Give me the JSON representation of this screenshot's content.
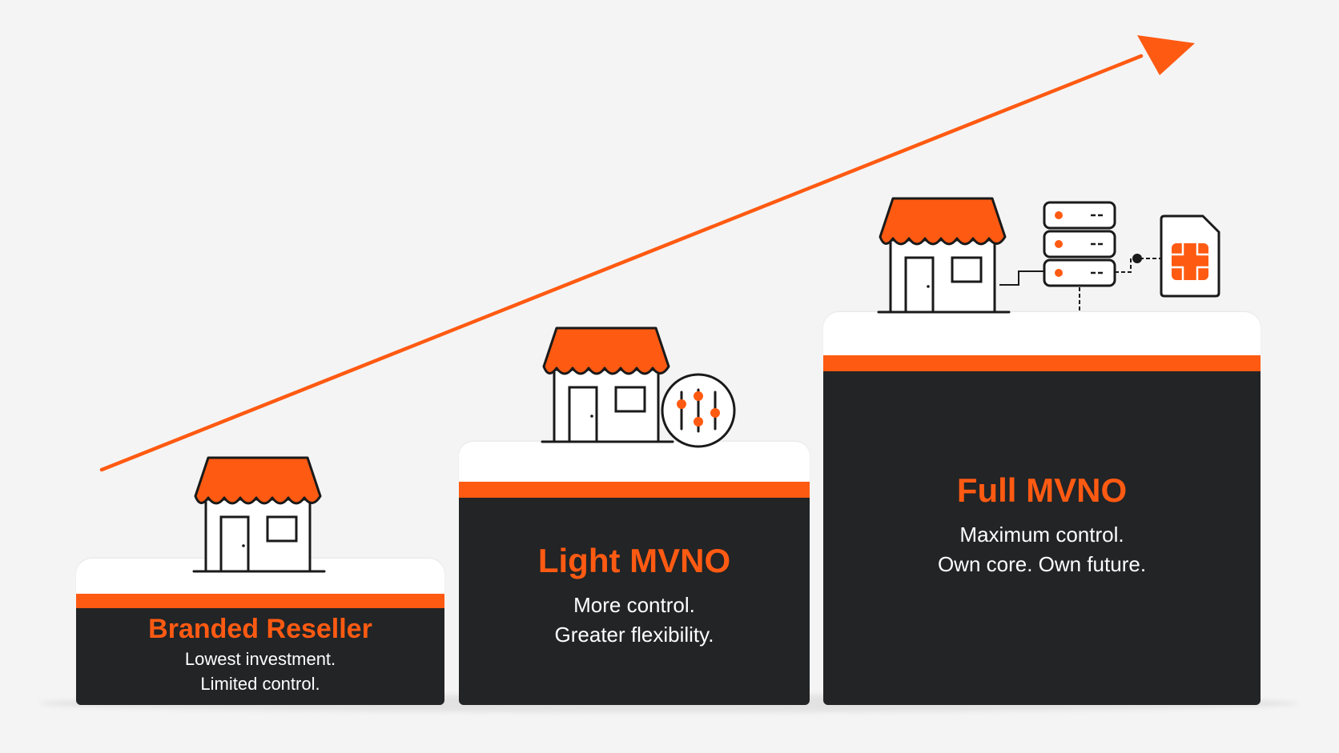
{
  "colors": {
    "accent": "#ff5a12",
    "dark": "#222426",
    "background": "#f4f4f4"
  },
  "steps": [
    {
      "name": "Branded Reseller",
      "desc_line1": "Lowest investment.",
      "desc_line2": "Limited control.",
      "icon": "storefront-icon"
    },
    {
      "name": "Light MVNO",
      "desc_line1": "More control.",
      "desc_line2": "Greater flexibility.",
      "icon": "storefront-with-sliders-icon"
    },
    {
      "name": "Full MVNO",
      "desc_line1": "Maximum control.",
      "desc_line2": "Own core. Own future.",
      "icon": "storefront-with-server-and-sim-icon"
    }
  ],
  "arrow": {
    "icon": "growth-arrow-icon"
  }
}
